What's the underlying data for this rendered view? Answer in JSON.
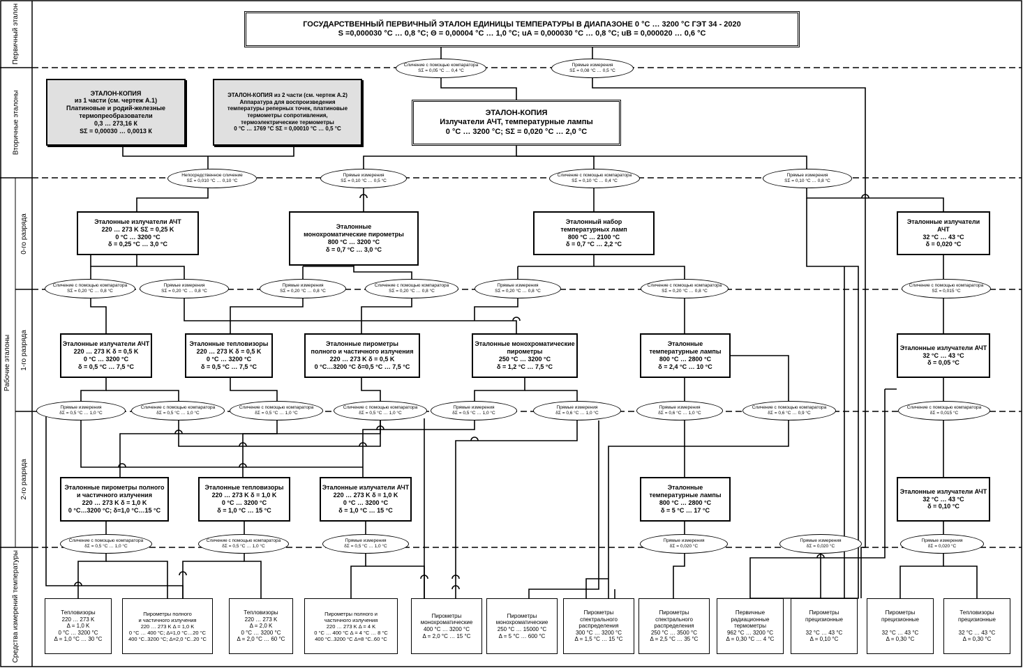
{
  "levels": {
    "primary": "Первичный\nэталон",
    "secondary": "Вторичные\nэталоны",
    "working": "Рабочие эталоны",
    "r0": "0-го разряда",
    "r1": "1-го разряда",
    "r2": "2-го разряда",
    "means": "Средства измерений\nтемпературы"
  },
  "primary": {
    "line1": "ГОСУДАРСТВЕННЫЙ ПЕРВИЧНЫЙ ЭТАЛОН ЕДИНИЦЫ ТЕМПЕРАТУРЫ В ДИАПАЗОНЕ   0 °С … 3200 °С   ГЭТ 34 - 2020",
    "line2": "S =0,000030 °С … 0,8 °С;   Θ =  0,00004 °С … 1,0 °С;    uA =  0,000030 °С … 0,8 °С;  uB =  0,000020 … 0,6 °С"
  },
  "secondary": {
    "copy1": "ЭТАЛОН-КОПИЯ\nиз 1 части (см. чертеж А.1)\nПлатиновые и родий-железные\nтермопреобразователи\n0,3  …  273,16 К\nSΣ = 0,00030 … 0,0013 К",
    "copy2": "ЭТАЛОН-КОПИЯ из 2 части (см. чертеж А.2)\nАппаратура для воспроизведения\nтемпературы реперных точек, платиновые\nтермометры сопротивления,\nтермоэлектрические термометры\n0 °С  … 1769 °С          SΣ = 0,00010 °С … 0,5 °С",
    "copy3": "ЭТАЛОН-КОПИЯ\nИзлучатели АЧТ, температурные лампы\n0 °С …  3200 °С;  SΣ = 0,020 °С … 2,0 °С"
  },
  "r0": {
    "b1": "Эталонные излучатели АЧТ\n220 … 273 K    SΣ = 0,25 K\n0 °С … 3200 °С\nδ = 0,25 °С … 3,0 °С",
    "b2": "Эталонные\nмонохроматические пирометры\n800 °С … 3200 °С\nδ = 0,7 °С … 3,0 °С",
    "b3": "Эталонный набор\nтемпературных ламп\n800 °С … 2100 °С\nδ = 0,7 °С … 2,2 °С",
    "b4": "Эталонные излучатели\nАЧТ\n32 °С … 43 °С\nδ = 0,020 °С"
  },
  "r1": {
    "b1": "Эталонные излучатели АЧТ\n220 … 273 K    δ = 0,5 K\n0 °С … 3200 °С\nδ = 0,5 °С … 7,5 °С",
    "b2": "Эталонные  тепловизоры\n220 … 273 K    δ = 0,5 K\n0 °С … 3200 °С\nδ = 0,5 °С … 7,5 °С",
    "b3": "Эталонные пирометры\nполного и частичного излучения\n220 … 273 K     δ = 0,5 K\n0 °С…3200 °С   δ=0,5 °С … 7,5 °С",
    "b4": "Эталонные монохроматические\nпирометры\n250 °С … 3200 °С\nδ = 1,2 °С … 7,5 °С",
    "b5": "Эталонные\nтемпературные лампы\n800 °С … 2800 °С\nδ = 2,4 °С … 10 °С",
    "b6": "Эталонные излучатели АЧТ\n32 °С … 43 °С\nδ = 0,05 °С"
  },
  "r2": {
    "b1": "Эталонные пирометры полного\nи частичного излучения\n220 … 273 K    δ = 1,0 K\n0 °С…3200 °С;  δ=1,0 °С…15 °С",
    "b2": "Эталонные тепловизоры\n220 … 273 K    δ = 1,0 K\n0 °С … 3200 °С\nδ = 1,0 °С … 15 °С",
    "b3": "Эталонные излучатели АЧТ\n220 … 273 K    δ = 1,0 K\n0 °С … 3200 °С\nδ = 1,0 °С … 15 °С",
    "b4": "Эталонные\nтемпературные лампы\n800 °С … 2800 °С\nδ = 5 °С … 17 °С",
    "b5": "Эталонные излучатели АЧТ\n32 °С … 43 °С\nδ = 0,10 °С"
  },
  "leaves": [
    "Тепловизоры\n220 … 273 K\nΔ = 1,0 K\n0 °С … 3200 °С\nΔ = 1,0 °С … 30 °С",
    "Пирометры  полного\nи частичного излучения\n220 … 273 K    Δ = 1,0 K\n0 °С … 400 °С;  Δ=1,0 °С…20 °С\n400 °С..3200 °С; Δ=2,0 °С..20 °С",
    "Тепловизоры\n220 … 273 K\nΔ = 2,0 K\n0 °С … 3200 °С\nΔ = 2,0 °С … 60 °С",
    "Пирометры  полного и\nчастичного излучения\n220 … 273 K        Δ = 4 K\n0 °С … 400 °С   Δ = 4 °С … 8 °С\n400 °С..3200 °С   Δ=8 °С..60 °С",
    "Пирометры\nмонохроматические\n400 °С … 3200 °С\nΔ = 2,0 °С … 15 °С",
    "Пирометры\nмонохроматические\n250 °С … 15000 °С\nΔ = 5 °С … 600 °С",
    "Пирометры\nспектрального\nраспределения\n300 °С … 3200 °С\nΔ = 1,5 °С … 15 °С",
    "Пирометры\nспектрального\nраспределения\n250 °С … 3500 °С\nΔ = 2,5 °С … 35 °С",
    "Первичные\nрадиационные\nтермометры\n962 °С … 3200 °С\nΔ = 0,30 °С … 4 °С",
    "Пирометры\nпрецизионные\n\n32 °С … 43 °С\nΔ = 0,10 °С",
    "Пирометры\nпрецизионные\n\n32 °С … 43 °С\nΔ = 0,30 °С",
    "Тепловизоры\nпрецизионные\n\n32 °С … 43 °С\nΔ = 0,30 °С"
  ],
  "methods": {
    "comp": "Сличение с помощью компаратора",
    "direct": "Прямые измерения",
    "immed": "Непосредственное сличение"
  },
  "ellipses": {
    "e_p1": "SΣ = 0,05 °С … 0,4 °С",
    "e_p2": "SΣ = 0,08 °С … 0,5 °С",
    "e_s1": "SΣ = 0,010 °С … 0,10 °С",
    "e_s2": "SΣ = 0,10 °С … 0,5 °С",
    "e_s3": "SΣ = 0,10 °С … 0,4 °С",
    "e_s4": "SΣ = 0,10 °С … 0,8 °С",
    "e_a1": "SΣ = 0,20 °С … 0,8 °С",
    "e_a2": "SΣ = 0,20 °С … 0,8 °С",
    "e_a3": "SΣ = 0,20 °С … 0,8 °С",
    "e_a4": "SΣ = 0,20 °С … 0,8 °С",
    "e_a5": "SΣ = 0,20 °С … 0,8 °С",
    "e_a6": "SΣ = 0,20 °С … 0,8 °С",
    "e_a7": "SΣ = 0,015 °С",
    "e_b1": "δΣ = 0,5 °С … 1,0 °С",
    "e_b2": "δΣ = 0,5 °С … 1,0 °С",
    "e_b3": "δΣ = 0,5 °С … 1,0 °С",
    "e_b4": "δΣ = 0,5 °С … 1,0 °С",
    "e_b5": "δΣ = 0,5 °С … 1,0 °С",
    "e_b6": "δΣ = 0,6 °С … 1,0 °С",
    "e_b7": "δΣ = 0,6 °С … 1,0 °С",
    "e_b8": "δΣ = 0,6 °С … 0,9 °С",
    "e_b9": "δΣ = 0,015 °С",
    "e_c1": "δΣ = 0,5 °С … 1,0 °С",
    "e_c2": "δΣ = 0,5 °С … 1,0 °С",
    "e_c3": "δΣ = 0,5 °С … 1,0 °С",
    "e_c4": "δΣ = 0,020 °С",
    "e_c5": "δΣ = 0,020 °С",
    "e_c6": "δΣ = 0,020 °С"
  }
}
